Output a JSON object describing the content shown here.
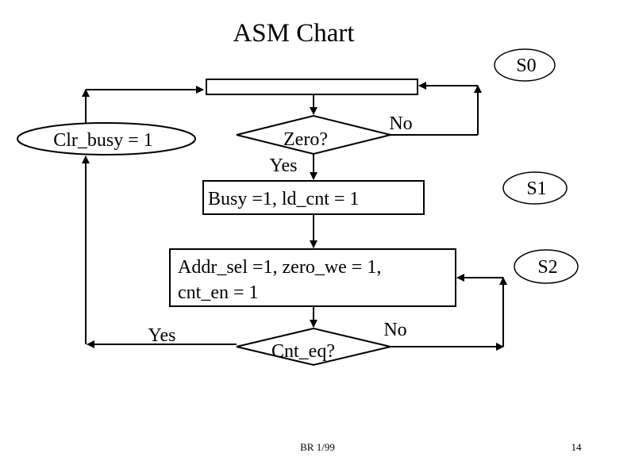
{
  "title": "ASM Chart",
  "states": {
    "s0": "S0",
    "s1": "S1",
    "s2": "S2"
  },
  "ellipse_label": "Clr_busy = 1",
  "decision_zero": {
    "label": "Zero?",
    "yes": "Yes",
    "no": "No"
  },
  "box_s1": "Busy =1, ld_cnt = 1",
  "box_s2": {
    "line1": "Addr_sel =1, zero_we = 1,",
    "line2": "cnt_en = 1"
  },
  "decision_cnt": {
    "label": "Cnt_eq?",
    "yes": "Yes",
    "no": "No"
  },
  "footer": {
    "left": "BR 1/99",
    "page": "14"
  }
}
